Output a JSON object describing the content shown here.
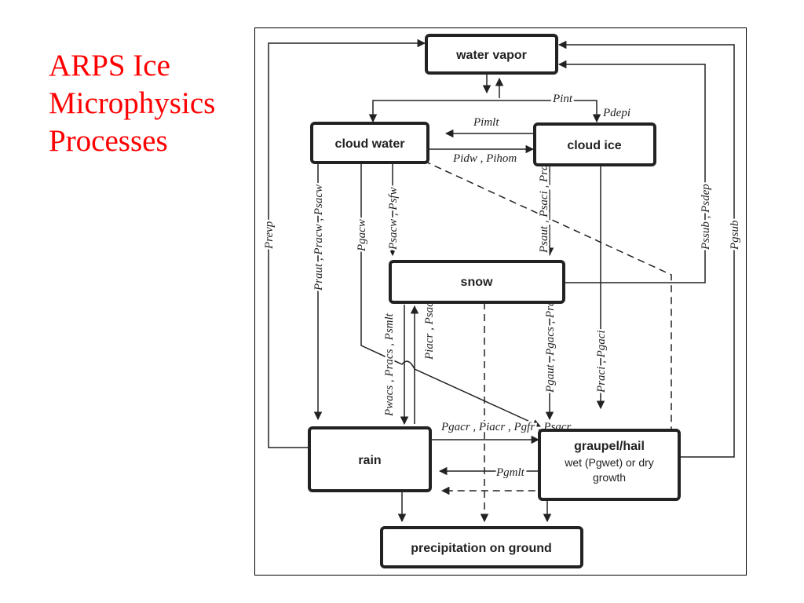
{
  "slide": {
    "title_lines": [
      "ARPS Ice",
      "Microphysics",
      "Processes"
    ]
  },
  "colors": {
    "title": "#ff0000",
    "ink": "#222222"
  },
  "nodes": {
    "water_vapor": "water vapor",
    "cloud_water": "cloud water",
    "cloud_ice": "cloud ice",
    "snow": "snow",
    "rain": "rain",
    "graupel_hail": "graupel/hail",
    "graupel_sub_1": "wet (Pgwet) or dry",
    "graupel_sub_2": "growth",
    "precip": "precipitation on ground"
  },
  "processes": {
    "p_int": "Pint",
    "p_depi": "Pdepi",
    "p_imlt": "Pimlt",
    "p_idw_ihom": "Pidw , Pihom",
    "p_revp": "Prevp",
    "p_raut_racw_sacw": "Praut , Pracw , Psacw",
    "p_gacw": "Pgacw",
    "p_sacw_sfw": "Psacw , Psfw",
    "p_saut_saci_raci_sfi": "Psaut , Psaci , Praci , Psfi",
    "p_ssub_sdep": "Pssub , Psdep",
    "p_gsub": "Pgsub",
    "p_wacs_racs_smlt": "Pwacs , Pracs , Psmlt",
    "p_iacr_sacr": "Piacr , Psacr",
    "p_gaut_gacs_racs": "Pgaut , Pgacs , Pracs",
    "p_raci_gaci": "Praci , Pgaci",
    "p_gacr_iacr_gfr_sacr": "Pgacr , Piacr , Pgfr , Psacr",
    "p_gmlt": "Pgmlt"
  }
}
